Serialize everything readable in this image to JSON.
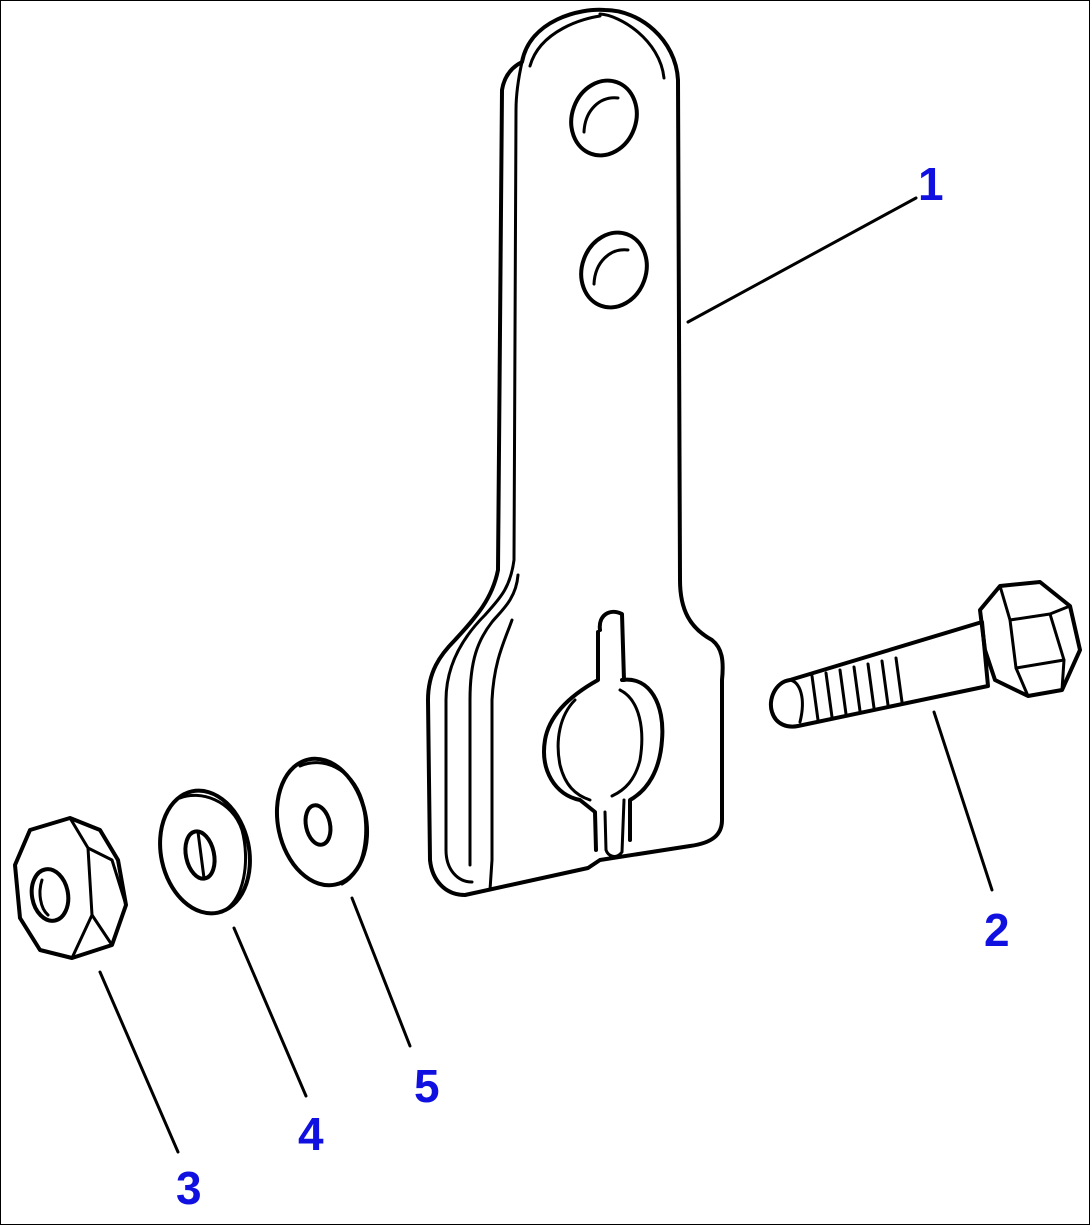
{
  "diagram": {
    "label_color": "#1010e0",
    "callouts": [
      {
        "id": "1",
        "text": "1"
      },
      {
        "id": "2",
        "text": "2"
      },
      {
        "id": "3",
        "text": "3"
      },
      {
        "id": "4",
        "text": "4"
      },
      {
        "id": "5",
        "text": "5"
      }
    ]
  }
}
